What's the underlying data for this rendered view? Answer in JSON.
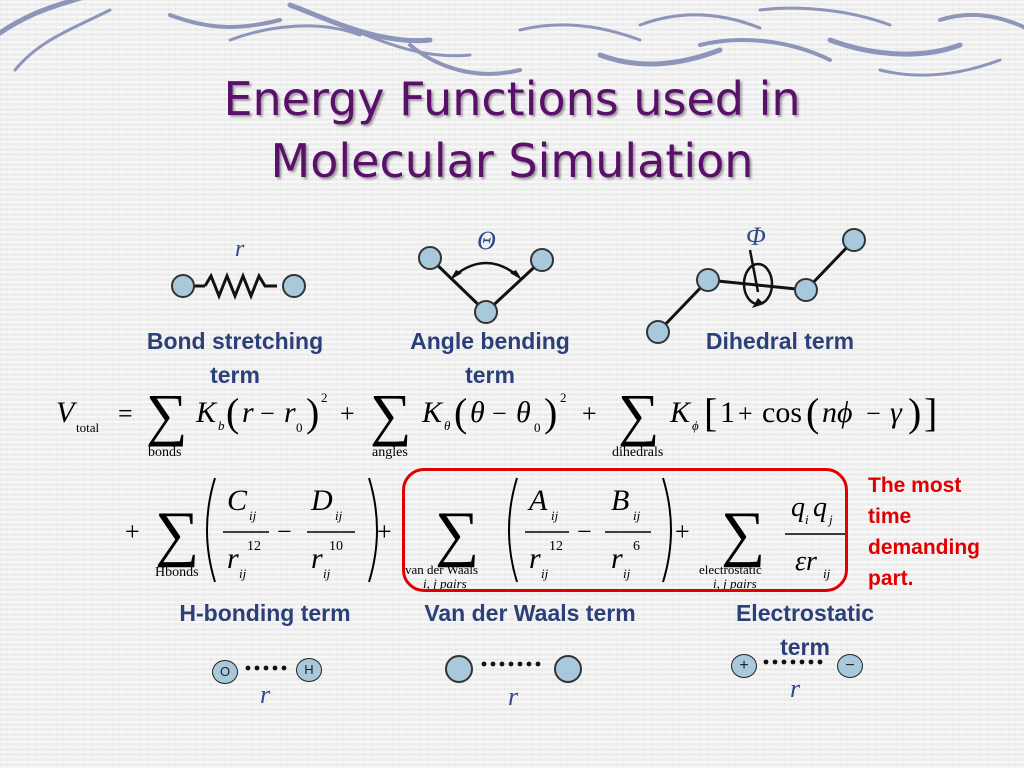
{
  "slide": {
    "title_line1": "Energy Functions used in",
    "title_line2": "Molecular Simulation"
  },
  "diagrams": {
    "bond_symbol": "r",
    "angle_symbol": "Θ",
    "dihedral_symbol": "Φ"
  },
  "labels": {
    "bond_line1": "Bond stretching",
    "bond_line2": "term",
    "angle_line1": "Angle bending",
    "angle_line2": "term",
    "dihedral": "Dihedral term",
    "hbond": "H-bonding term",
    "vdw": "Van der Waals term",
    "elec_line1": "Electrostatic",
    "elec_line2": "term"
  },
  "equation": {
    "V": "V",
    "total": "total",
    "equals": "=",
    "bonds": "bonds",
    "angles": "angles",
    "dihedrals": "dihedrals",
    "hbonds": "Hbonds",
    "vdw_sub": "van der Waals",
    "vdw_pairs": "i, j pairs",
    "elec_sub": "electrostatic",
    "elec_pairs": "i, j pairs"
  },
  "callout": {
    "line1": "The most",
    "line2": "time",
    "line3": "demanding",
    "line4": "part."
  },
  "bottom": {
    "o_label": "O",
    "h_label": "H",
    "plus_label": "+",
    "minus_label": "−",
    "r_hbond": "r",
    "r_vdw": "r",
    "r_elec": "r"
  },
  "colors": {
    "title": "#5a0f6b",
    "labels": "#2b3f78",
    "callout": "#e00000",
    "atom": "#a8c8dc"
  }
}
